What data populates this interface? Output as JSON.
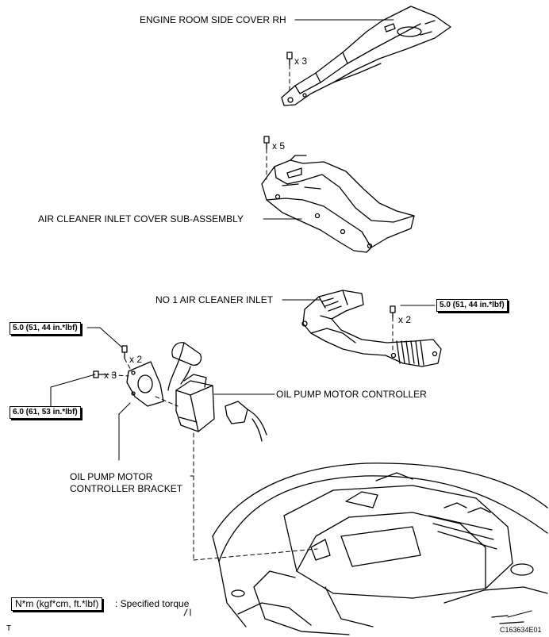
{
  "labels": {
    "side_cover": "ENGINE ROOM SIDE COVER RH",
    "inlet_cover": "AIR CLEANER INLET COVER SUB-ASSEMBLY",
    "air_inlet": "NO  1 AIR CLEANER INLET",
    "controller": "OIL PUMP MOTOR CONTROLLER",
    "bracket": "OIL PUMP MOTOR\nCONTROLLER BRACKET"
  },
  "quantities": {
    "side_cover_clips": "x 3",
    "inlet_cover_clips": "x 5",
    "air_inlet_bolts": "x 2",
    "bracket_bolts_top": "x 2",
    "bracket_bolts_left": "x 3"
  },
  "torques": {
    "air_inlet": "5.0 (51, 44 in.*lbf)",
    "bracket_top": "5.0 (51, 44 in.*lbf)",
    "bracket_left": "6.0 (61, 53 in.*lbf)"
  },
  "legend": {
    "unit": "N*m (kgf*cm, ft.*lbf)",
    "description": ": Specified torque"
  },
  "corner": {
    "left": "T",
    "figure_id": "C163634E01"
  }
}
